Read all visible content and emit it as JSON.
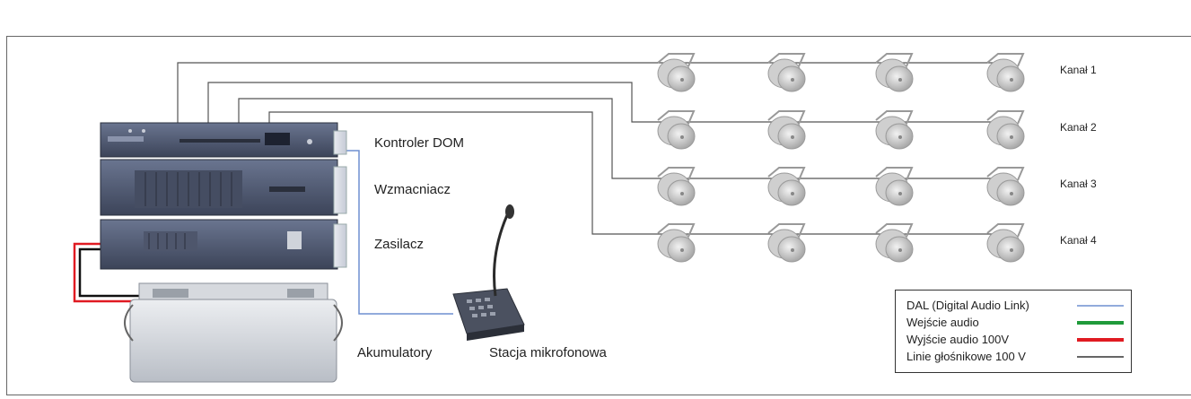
{
  "devices": {
    "controller": "Kontroler DOM",
    "amplifier": "Wzmacniacz",
    "power_supply": "Zasilacz",
    "batteries": "Akumulatory",
    "mic_station": "Stacja mikrofonowa"
  },
  "channels": [
    "Kanał 1",
    "Kanał 2",
    "Kanał 3",
    "Kanał 4"
  ],
  "speakers_per_channel": 4,
  "legend": [
    {
      "label": "DAL (Digital Audio Link)",
      "color": "#6f8fd0",
      "style": "thin"
    },
    {
      "label": "Wejście audio",
      "color": "#1f9a3a",
      "style": "thick"
    },
    {
      "label": "Wyjście audio 100V",
      "color": "#e01b22",
      "style": "thick"
    },
    {
      "label": "Linie głośnikowe 100 V",
      "color": "#333333",
      "style": "thin"
    }
  ],
  "colors": {
    "dal_line": "#6f8fd0",
    "speaker_line": "#555555",
    "power_red": "#e01b22",
    "power_black": "#111111"
  }
}
